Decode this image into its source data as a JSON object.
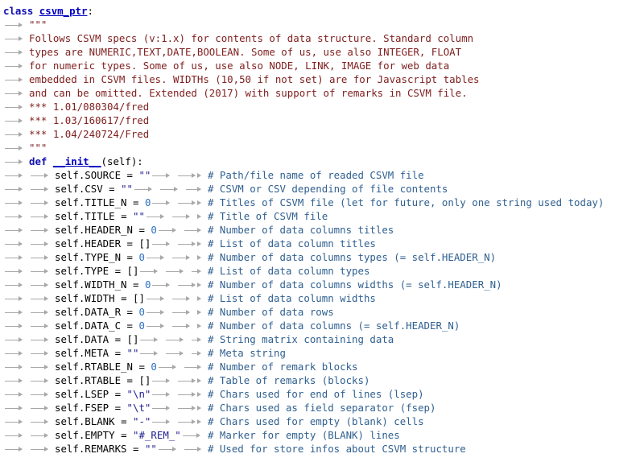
{
  "header": {
    "keyword": "class",
    "name": "csvm_ptr",
    "colon": ":"
  },
  "docstring": {
    "open": "\"\"\"",
    "lines": [
      "Follows CSVM specs (v:1.x) for contents of data structure. Standard column",
      "types are NUMERIC,TEXT,DATE,BOOLEAN. Some of us, use also INTEGER, FLOAT",
      "for numeric types. Some of us, use also NODE, LINK, IMAGE for web data",
      "embedded in CSVM files. WIDTHs (10,50 if not set) are for Javascript tables",
      "and can be omitted. Extended (2017) with support of remarks in CSVM file.",
      "*** 1.01/080304/fred",
      "*** 1.03/160617/fred",
      "*** 1.04/240724/Fred"
    ],
    "close": "\"\"\""
  },
  "def": {
    "keyword": "def",
    "name": "__init__",
    "params": "(self):"
  },
  "assignments": [
    {
      "target": "self.SOURCE",
      "eq": "=",
      "value": "\"\"",
      "vtype": "str",
      "comment": "# Path/file name of readed CSVM file"
    },
    {
      "target": "self.CSV",
      "eq": "=",
      "value": "\"\"",
      "vtype": "str",
      "comment": "# CSVM or CSV depending of file contents"
    },
    {
      "target": "self.TITLE_N",
      "eq": "=",
      "value": "0",
      "vtype": "num",
      "comment": "# Titles of CSVM file (let for future, only one string used today)"
    },
    {
      "target": "self.TITLE",
      "eq": "=",
      "value": "\"\"",
      "vtype": "str",
      "comment": "# Title of CSVM file"
    },
    {
      "target": "self.HEADER_N",
      "eq": "=",
      "value": "0",
      "vtype": "num",
      "comment": "# Number of data columns titles"
    },
    {
      "target": "self.HEADER",
      "eq": "=",
      "value": "[]",
      "vtype": "plain",
      "comment": "# List of data column titles"
    },
    {
      "target": "self.TYPE_N",
      "eq": "=",
      "value": "0",
      "vtype": "num",
      "comment": "# Number of data columns types (= self.HEADER_N)"
    },
    {
      "target": "self.TYPE",
      "eq": "=",
      "value": "[]",
      "vtype": "plain",
      "comment": "# List of data column types"
    },
    {
      "target": "self.WIDTH_N",
      "eq": "=",
      "value": "0",
      "vtype": "num",
      "comment": "# Number of data columns widths (= self.HEADER_N)"
    },
    {
      "target": "self.WIDTH",
      "eq": "=",
      "value": "[]",
      "vtype": "plain",
      "comment": "# List of data column widths"
    },
    {
      "target": "self.DATA_R",
      "eq": "=",
      "value": "0",
      "vtype": "num",
      "comment": "# Number of data rows"
    },
    {
      "target": "self.DATA_C",
      "eq": "=",
      "value": "0",
      "vtype": "num",
      "comment": "# Number of data columns (= self.HEADER_N)"
    },
    {
      "target": "self.DATA",
      "eq": "=",
      "value": "[]",
      "vtype": "plain",
      "comment": "# String matrix containing data"
    },
    {
      "target": "self.META",
      "eq": "=",
      "value": "\"\"",
      "vtype": "str",
      "comment": "# Meta string"
    },
    {
      "target": "self.RTABLE_N",
      "eq": "=",
      "value": "0",
      "vtype": "num",
      "comment": "# Number of remark blocks"
    },
    {
      "target": "self.RTABLE",
      "eq": "=",
      "value": "[]",
      "vtype": "plain",
      "comment": "# Table of remarks (blocks)"
    },
    {
      "target": "self.LSEP",
      "eq": "=",
      "value": "\"\\n\"",
      "vtype": "str",
      "comment": "# Chars used for end of lines (lsep)"
    },
    {
      "target": "self.FSEP",
      "eq": "=",
      "value": "\"\\t\"",
      "vtype": "str",
      "comment": "# Chars used as field separator (fsep)"
    },
    {
      "target": "self.BLANK",
      "eq": "=",
      "value": "\"-\"",
      "vtype": "str",
      "comment": "# Chars used for empty (blank) cells"
    },
    {
      "target": "self.EMPTY",
      "eq": "=",
      "value": "\"#_REM_\"",
      "vtype": "str",
      "comment": "# Marker for empty (BLANK) lines"
    },
    {
      "target": "self.REMARKS",
      "eq": "=",
      "value": "\"\"",
      "vtype": "str",
      "comment": "# Used for store infos about CSVM structure"
    }
  ],
  "theme": {
    "background": "#ffffff",
    "keyword": "#1010b0",
    "docstring": "#802020",
    "string": "#202090",
    "number": "#3070c0",
    "comment": "#306090",
    "tab_marker": "#a8a8a8"
  }
}
